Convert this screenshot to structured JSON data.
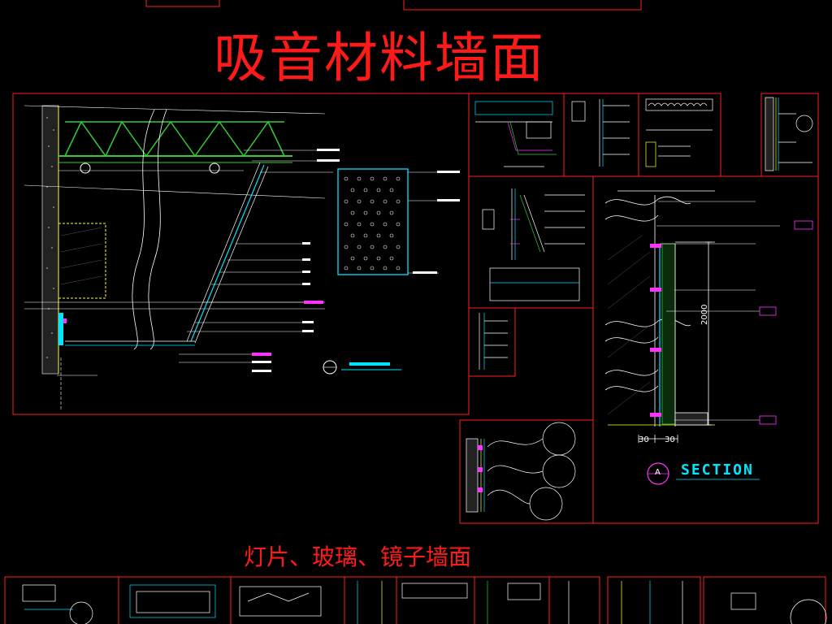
{
  "title": "吸音材料墙面",
  "subtitle": "灯片、玻璃、镜子墙面",
  "section": {
    "heading": "SECTION",
    "marker": "A",
    "dim_height": "2000",
    "dim_left": "30",
    "dim_right": "30"
  },
  "colors": {
    "background": "#000000",
    "frame": "#ff2020",
    "title": "#ff1a1a",
    "cyan": "#00e5ff",
    "green": "#33cc33",
    "magenta": "#ff33ff",
    "yellow": "#ffff33"
  }
}
